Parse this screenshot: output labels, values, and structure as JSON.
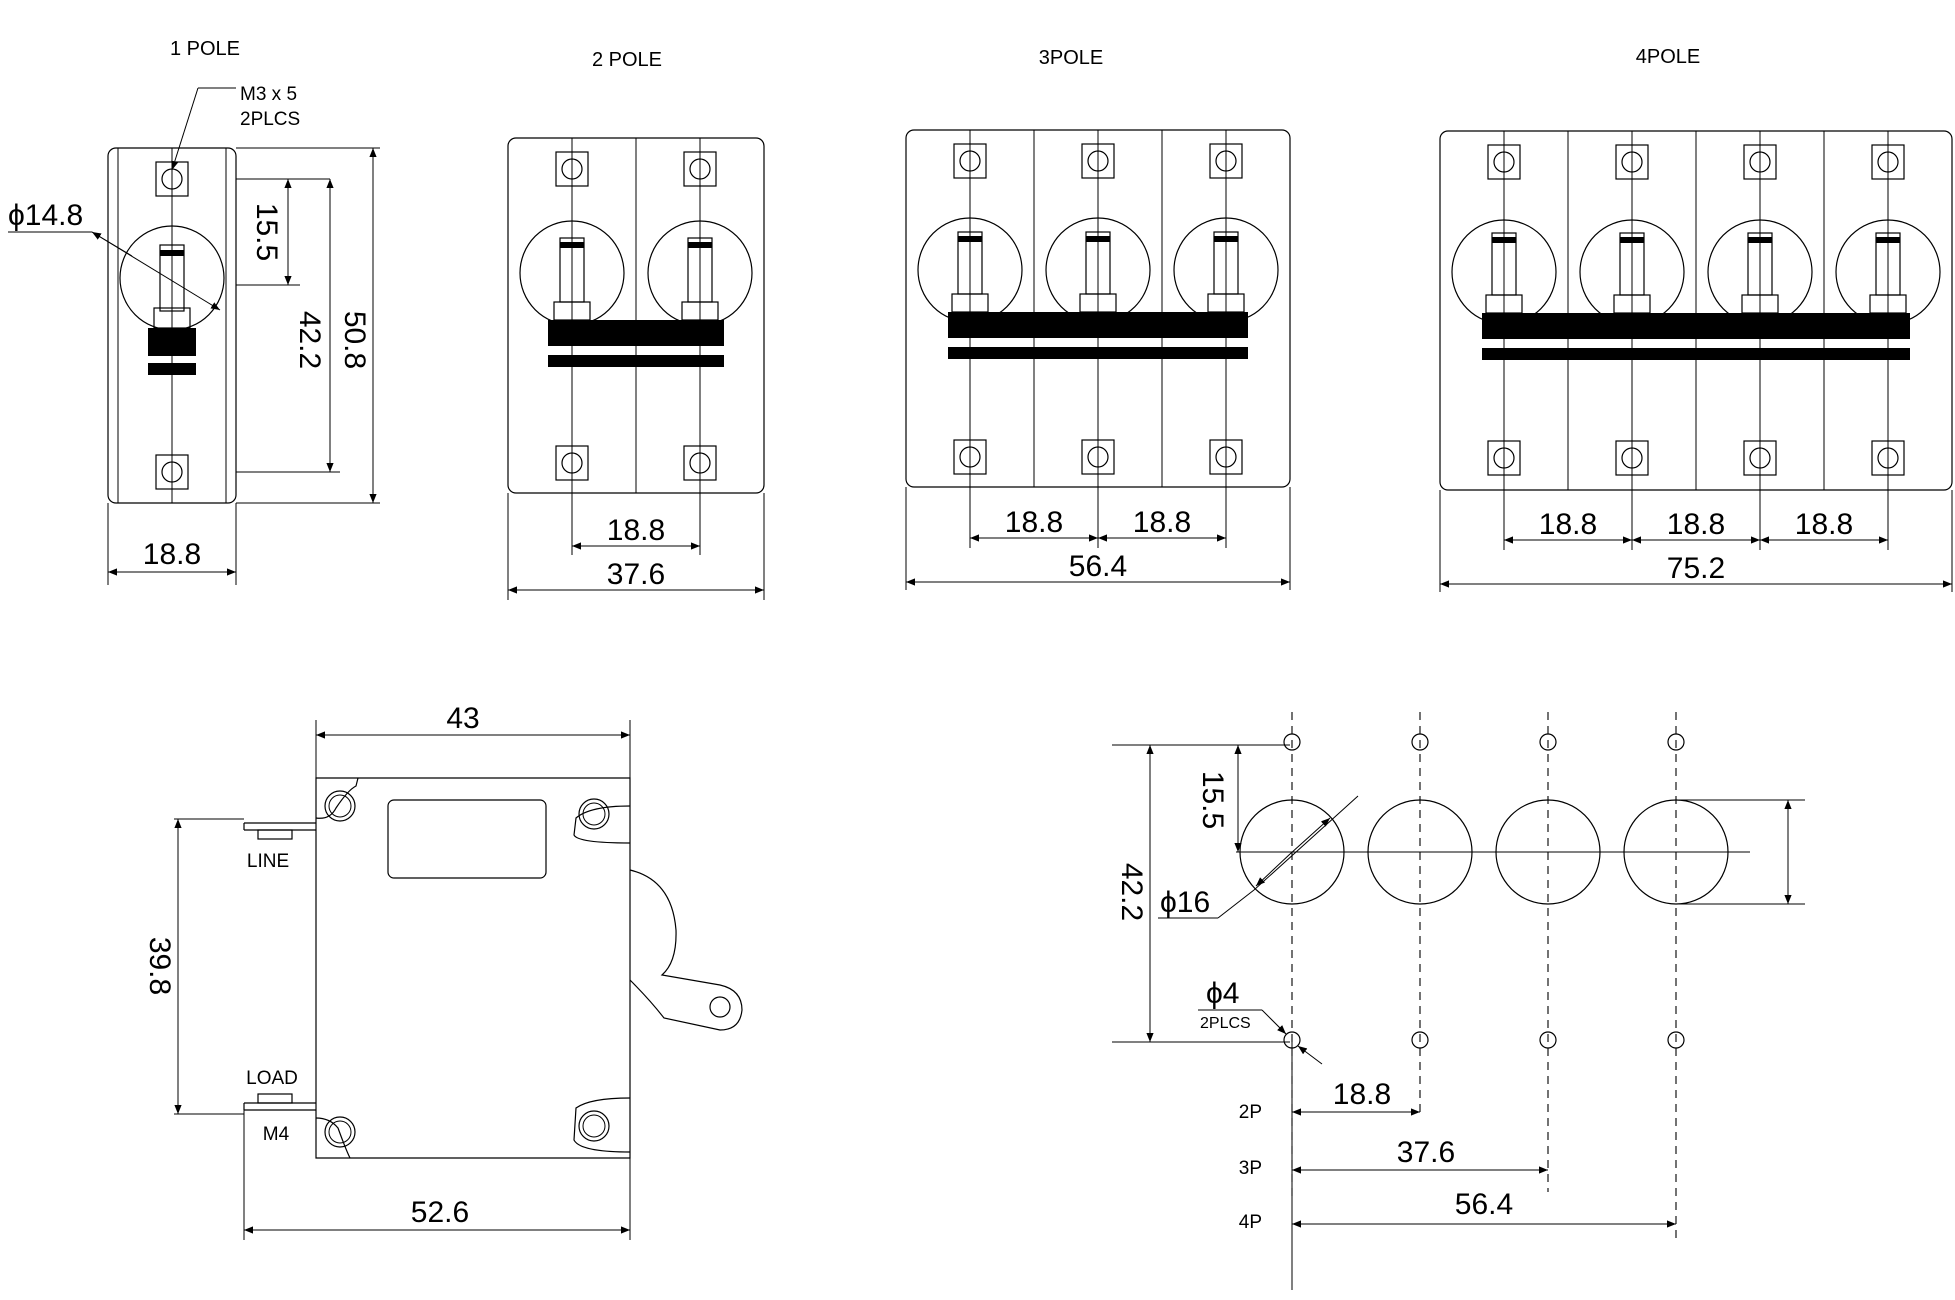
{
  "titles": {
    "pole1": "1 POLE",
    "pole2": "2 POLE",
    "pole3": "3POLE",
    "pole4": "4POLE"
  },
  "pole1": {
    "screw_note_line1": "M3 x 5",
    "screw_note_line2": "2PLCS",
    "dia": "ϕ14.8",
    "dim_a": "15.5",
    "dim_b": "42.2",
    "dim_c": "50.8",
    "width": "18.8"
  },
  "pole2": {
    "pitch": "18.8",
    "width": "37.6"
  },
  "pole3": {
    "pitch": [
      "18.8",
      "18.8"
    ],
    "width": "56.4"
  },
  "pole4": {
    "pitch": [
      "18.8",
      "18.8",
      "18.8"
    ],
    "width": "75.2"
  },
  "side": {
    "top_width": "43",
    "height": "39.8",
    "line_label": "LINE",
    "load_label": "LOAD",
    "terminal": "M4",
    "bottom_width": "52.6"
  },
  "panel": {
    "dim_a": "15.5",
    "dim_b": "42.2",
    "dia_large": "ϕ16",
    "dia_small": "ϕ4",
    "plcs": "2PLCS",
    "rows": [
      {
        "label": "2P",
        "value": "18.8"
      },
      {
        "label": "3P",
        "value": "37.6"
      },
      {
        "label": "4P",
        "value": "56.4"
      }
    ]
  }
}
